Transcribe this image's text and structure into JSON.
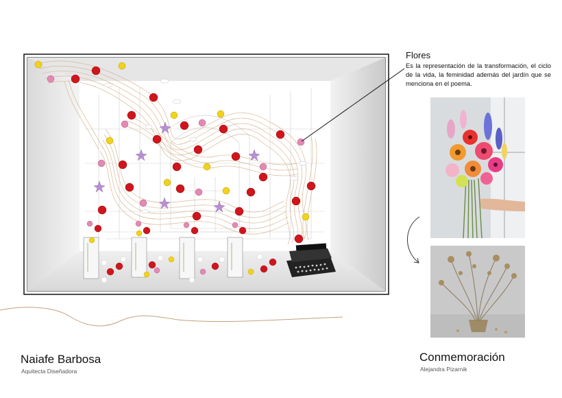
{
  "annotation": {
    "title": "Flores",
    "text": "Es la representación de la transformación, el ciclo de la vida, la feminidad además del jardín que se menciona en el poema."
  },
  "designer": {
    "name": "Naiafe Barbosa",
    "role": "Aquitecta Diseñadora"
  },
  "project": {
    "title": "Conmemoración",
    "subtitle": "Alejandra Pizarnik"
  },
  "colors": {
    "red_flower": "#d0151c",
    "yellow_flower": "#f2d21b",
    "pink_flower": "#e489b4",
    "lilac_flower": "#b88fd4",
    "ribbon_line": "#d8b896",
    "frame": "#111111",
    "wall": "#e2e2e2"
  },
  "icons": {
    "arrow": "curved-arrow-down-icon",
    "typewriter": "typewriter-icon"
  }
}
